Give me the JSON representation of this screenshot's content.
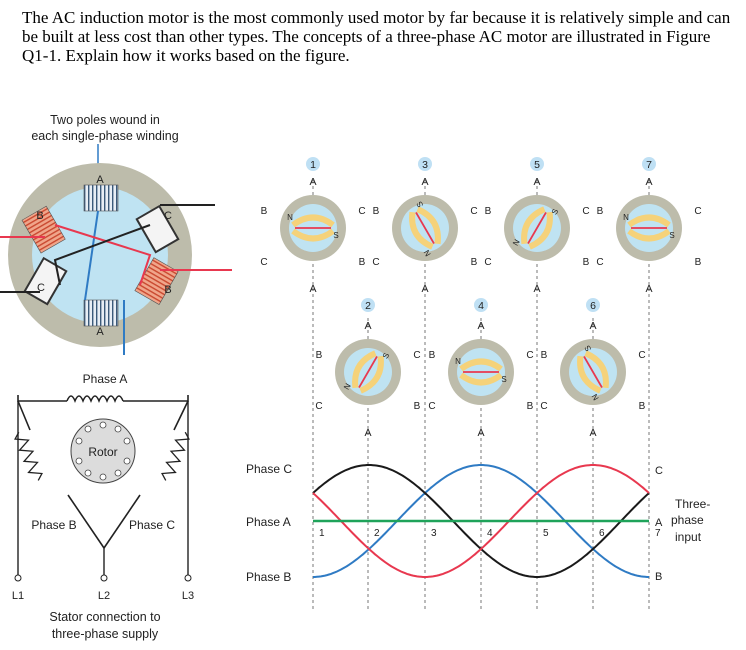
{
  "question": "The AC induction motor is the most commonly used motor by far because it is relatively simple and can be built at less cost than other types. The concepts of a three-phase AC motor are illustrated in Figure Q1-1. Explain how it works based on the figure.",
  "motor": {
    "caption_line1": "Two poles wound in",
    "caption_line2": "each single-phase winding",
    "pole_labels": [
      "A",
      "B",
      "C",
      "C",
      "B",
      "A"
    ]
  },
  "stator_diagram": {
    "phase_a": "Phase A",
    "phase_b": "Phase B",
    "phase_c": "Phase C",
    "rotor": "Rotor",
    "terminals": [
      "L1",
      "L2",
      "L3"
    ],
    "caption_line1": "Stator connection to",
    "caption_line2": "three-phase supply"
  },
  "snapshots": {
    "numbers": [
      "1",
      "2",
      "3",
      "4",
      "5",
      "6",
      "7"
    ],
    "top_label": "A",
    "bottom_label": "A",
    "left_top": "B",
    "right_top": "C",
    "left_bottom": "C",
    "right_bottom": "B",
    "north": "N",
    "south": "S"
  },
  "waveform": {
    "phase_c_label": "Phase C",
    "phase_a_label": "Phase A",
    "phase_b_label": "Phase B",
    "right_c": "C",
    "right_a": "A",
    "right_b": "B",
    "input_line1": "Three-",
    "input_line2": "phase",
    "input_line3": "input",
    "step_labels": [
      "1",
      "2",
      "3",
      "4",
      "5",
      "6",
      "7"
    ]
  },
  "colors": {
    "phase_a": "#1fa35a",
    "phase_b": "#e8384f",
    "phase_c": "#1a1a1a",
    "blue_wave": "#2f7bc4",
    "stator": "#bdbcab",
    "rotor": "#bfe3f2",
    "badge": "#bfe0f4"
  }
}
